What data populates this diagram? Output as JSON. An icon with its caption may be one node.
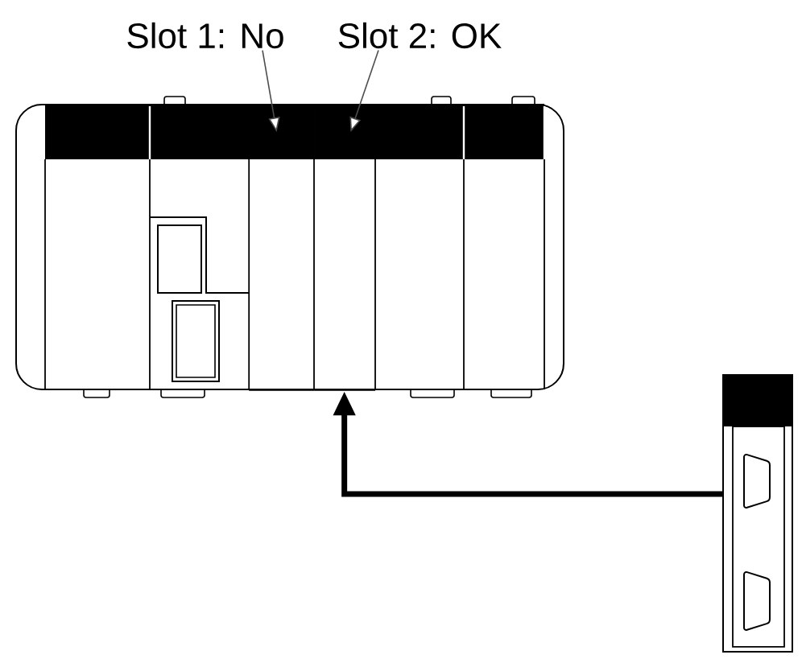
{
  "diagram": {
    "nodes": [
      {
        "text": [
          "Slot 1: No"
        ]
      },
      {
        "text": [
          "Slot 2: OK"
        ]
      },
      {
        "text": [],
        "shape": "picture"
      },
      {
        "text": [],
        "shape": "box",
        "in": 2
      },
      {
        "text": [],
        "shape": "box",
        "in": 2
      },
      {
        "text": [],
        "shape": "picture"
      }
    ],
    "edges": [
      {
        "from": 0,
        "to": 3,
        "arrow": "to"
      },
      {
        "from": 1,
        "to": 4,
        "arrow": "to"
      },
      {
        "from": 5,
        "to": 4,
        "arrow": "to",
        "style": "thick"
      }
    ]
  }
}
